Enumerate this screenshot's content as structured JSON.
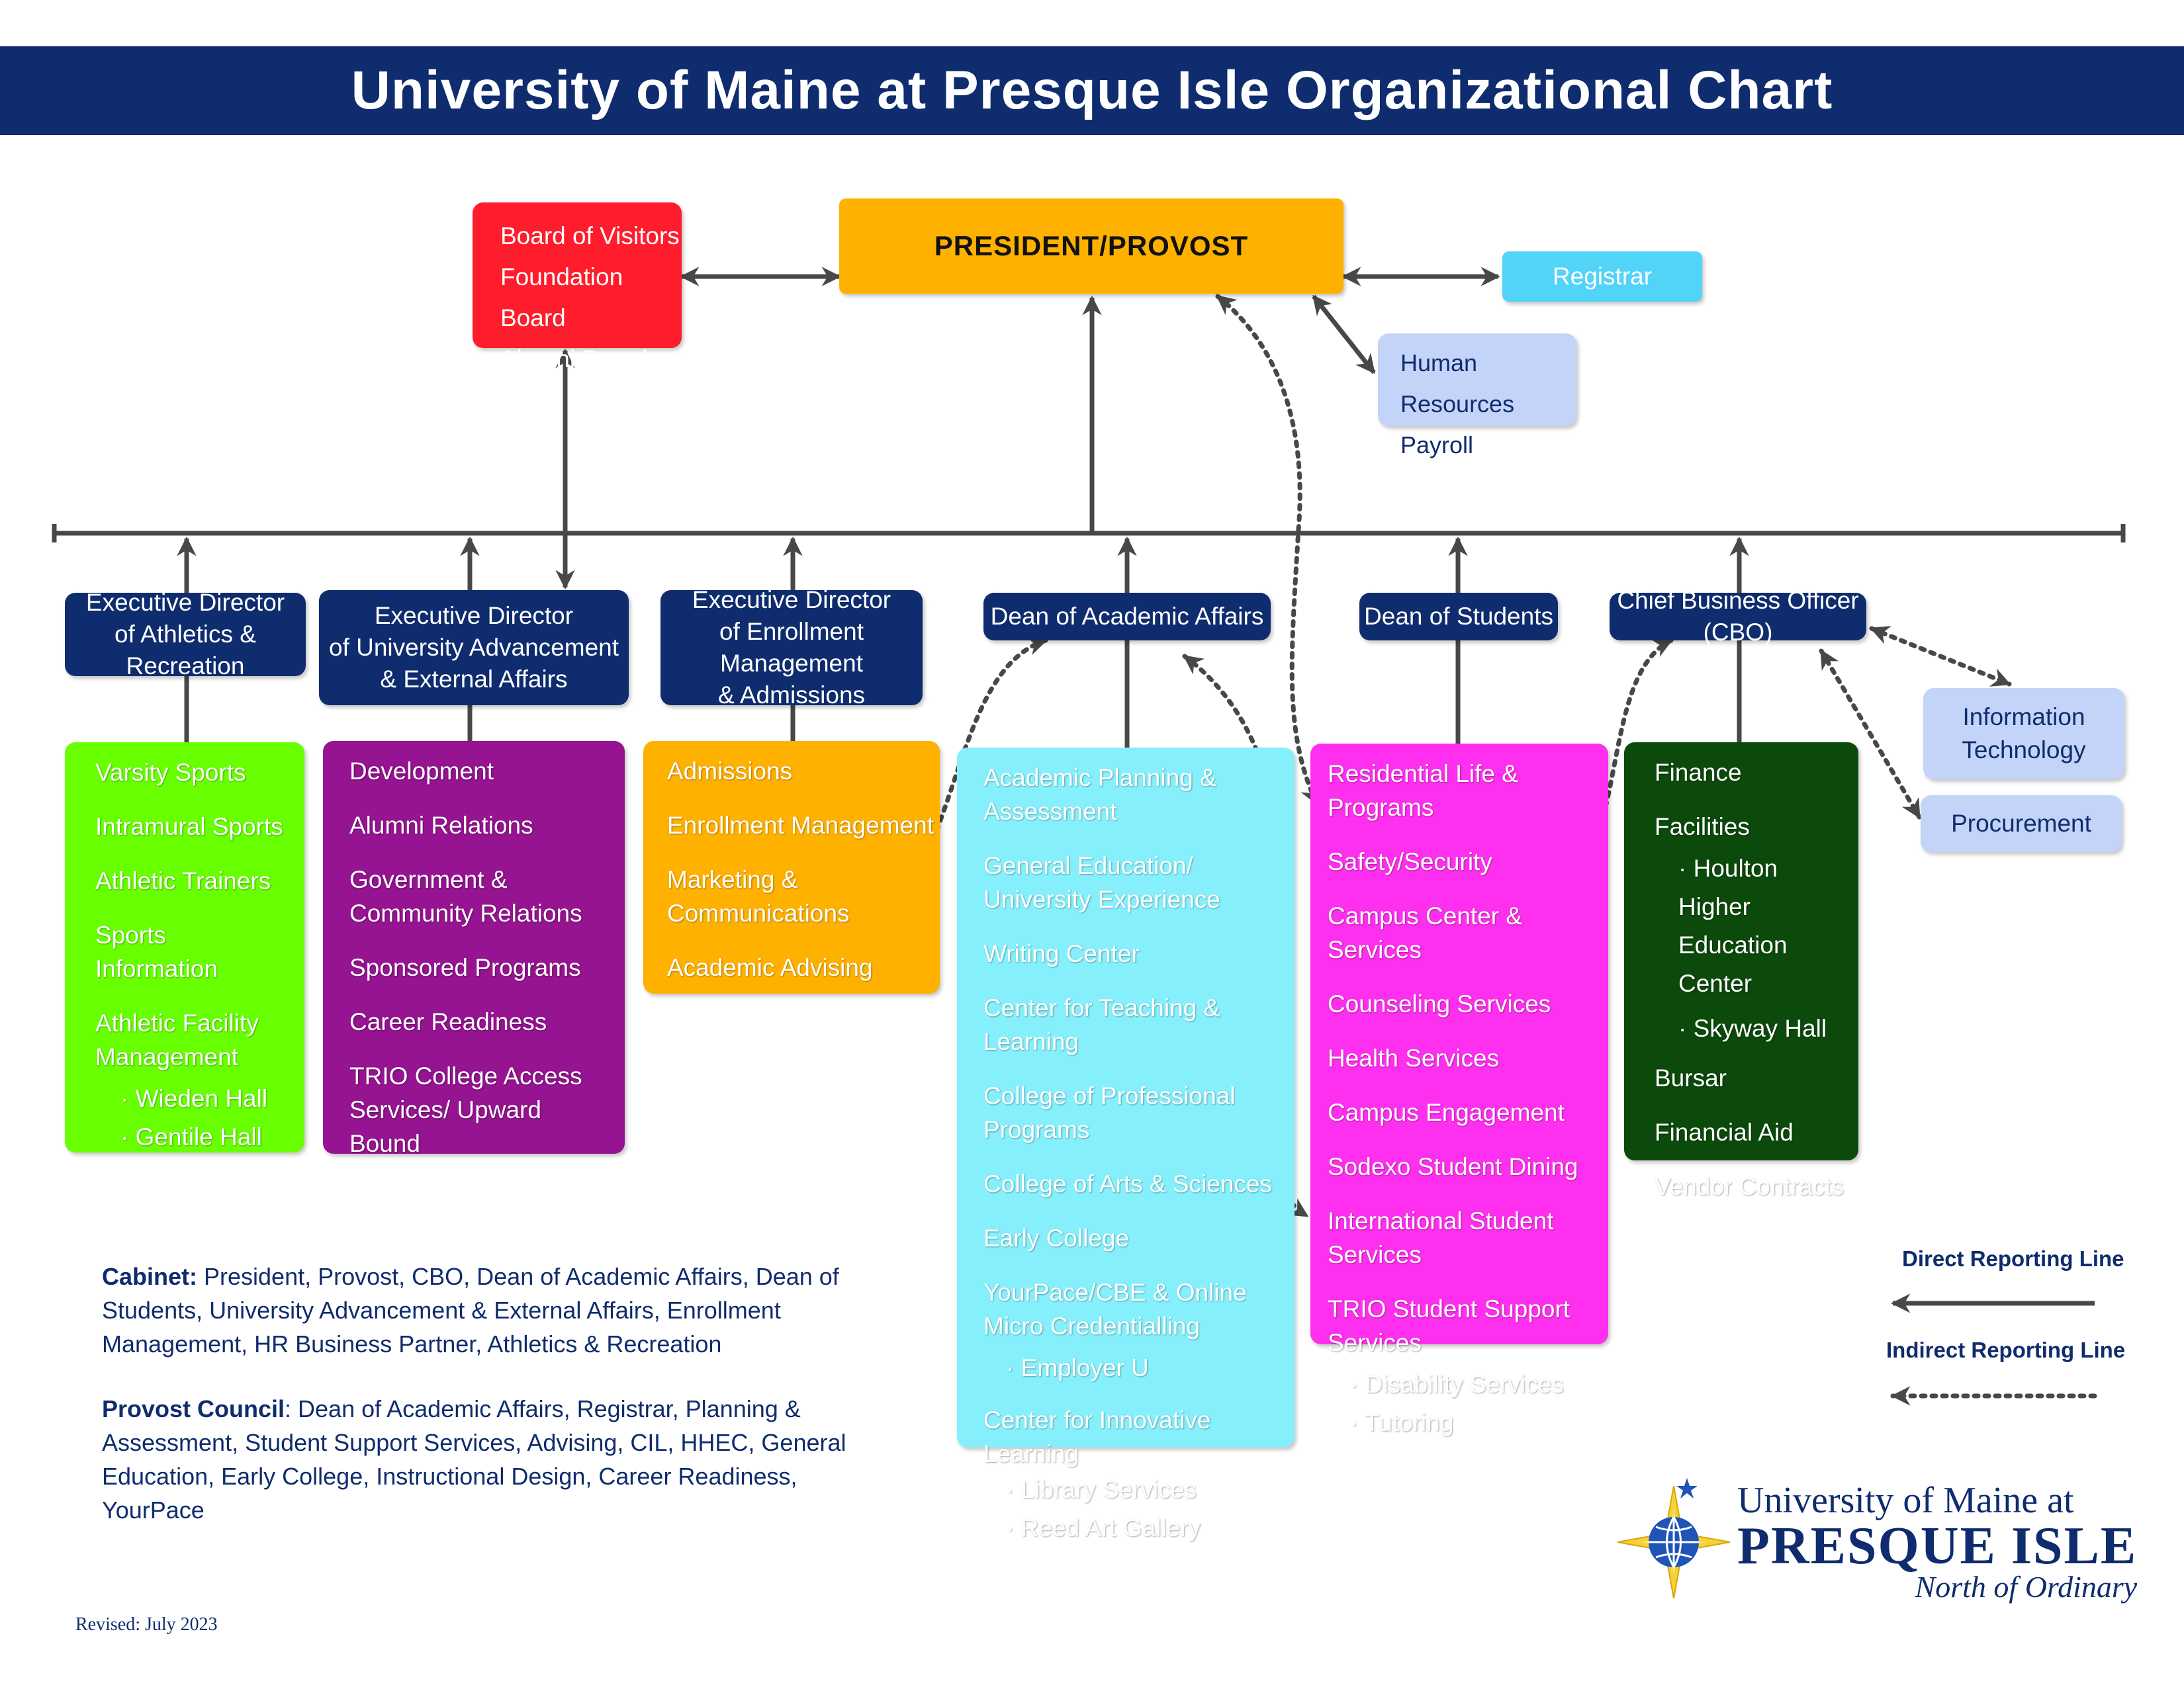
{
  "title": "University of Maine at Presque Isle Organizational Chart",
  "president": "PRESIDENT/PROVOST",
  "boards": [
    "Board of Visitors",
    "Foundation Board",
    "Alumni Board"
  ],
  "registrar": "Registrar",
  "hr": [
    "Human Resources",
    "Payroll"
  ],
  "divisions": {
    "athletics": {
      "head": [
        "Executive Director",
        "of Athletics & Recreation"
      ],
      "items": [
        "Varsity Sports",
        "Intramural Sports",
        "Athletic Trainers",
        "Sports Information",
        "Athletic Facility Management"
      ],
      "subs": [
        "· Wieden Hall",
        "· Gentile Hall"
      ]
    },
    "advancement": {
      "head": [
        "Executive Director",
        "of University Advancement",
        "& External Affairs"
      ],
      "items": [
        "Development",
        "Alumni Relations",
        "Government & Community Relations",
        "Sponsored Programs",
        "Career Readiness",
        "TRIO College Access Services/ Upward Bound"
      ]
    },
    "enrollment": {
      "head": [
        "Executive Director",
        "of Enrollment Management",
        "& Admissions"
      ],
      "items": [
        "Admissions",
        "Enrollment Management",
        "Marketing & Communications",
        "Academic Advising"
      ]
    },
    "academic": {
      "head": "Dean of Academic Affairs",
      "items": [
        "Academic Planning & Assessment",
        "General Education/ University Experience",
        "Writing Center",
        "Center for Teaching & Learning",
        "College of Professional Programs",
        "College of Arts & Sciences",
        "Early College",
        "YourPace/CBE & Online Micro Credentialling"
      ],
      "subs1": [
        "· Employer U"
      ],
      "item_cil": "Center for Innovative Learning",
      "subs2": [
        "· Library Services",
        "· Reed Art Gallery"
      ]
    },
    "students": {
      "head": "Dean of Students",
      "items": [
        "Residential Life & Programs",
        "Safety/Security",
        "Campus Center & Services",
        "Counseling Services",
        "Health Services",
        "Campus Engagement",
        "Sodexo Student Dining",
        "International Student Services",
        "TRIO Student Support Services"
      ],
      "subs": [
        "· Disability Services",
        "· Tutoring"
      ]
    },
    "business": {
      "head": "Chief Business Officer (CBO)",
      "items1": [
        "Finance",
        "Facilities"
      ],
      "subs": [
        "· Houlton Higher Education Center",
        "· Skyway Hall"
      ],
      "items2": [
        "Bursar",
        "Financial Aid",
        "Vendor Contracts"
      ]
    }
  },
  "it": "Information Technology",
  "procurement": "Procurement",
  "legend": {
    "direct": "Direct Reporting Line",
    "indirect": "Indirect Reporting Line"
  },
  "notes": {
    "cabinet_label": "Cabinet:",
    "cabinet_text": " President, Provost, CBO, Dean of Academic Affairs, Dean of Students, University Advancement & External Affairs, Enrollment Management, HR Business Partner, Athletics & Recreation",
    "council_label": "Provost Council",
    "council_text": ": Dean of Academic Affairs, Registrar, Planning & Assessment, Student Support Services, Advising, CIL, HHEC, General Education, Early College, Instructional Design, Career Readiness, YourPace"
  },
  "revised": "Revised: July 2023",
  "logo": {
    "line1": "University of Maine at",
    "line2": "PRESQUE ISLE",
    "line3": "North of Ordinary"
  },
  "colors": {
    "navy": "#0f2c6e",
    "president": "#ffb100",
    "boards": "#ff1c2c",
    "registrar": "#52d3f8",
    "light_blue": "#c4d4f8",
    "athletics": "#68ff00",
    "advancement": "#961391",
    "enrollment": "#ffb100",
    "academic": "#85f0fc",
    "students": "#ff2fef",
    "business": "#0b4a0b"
  }
}
